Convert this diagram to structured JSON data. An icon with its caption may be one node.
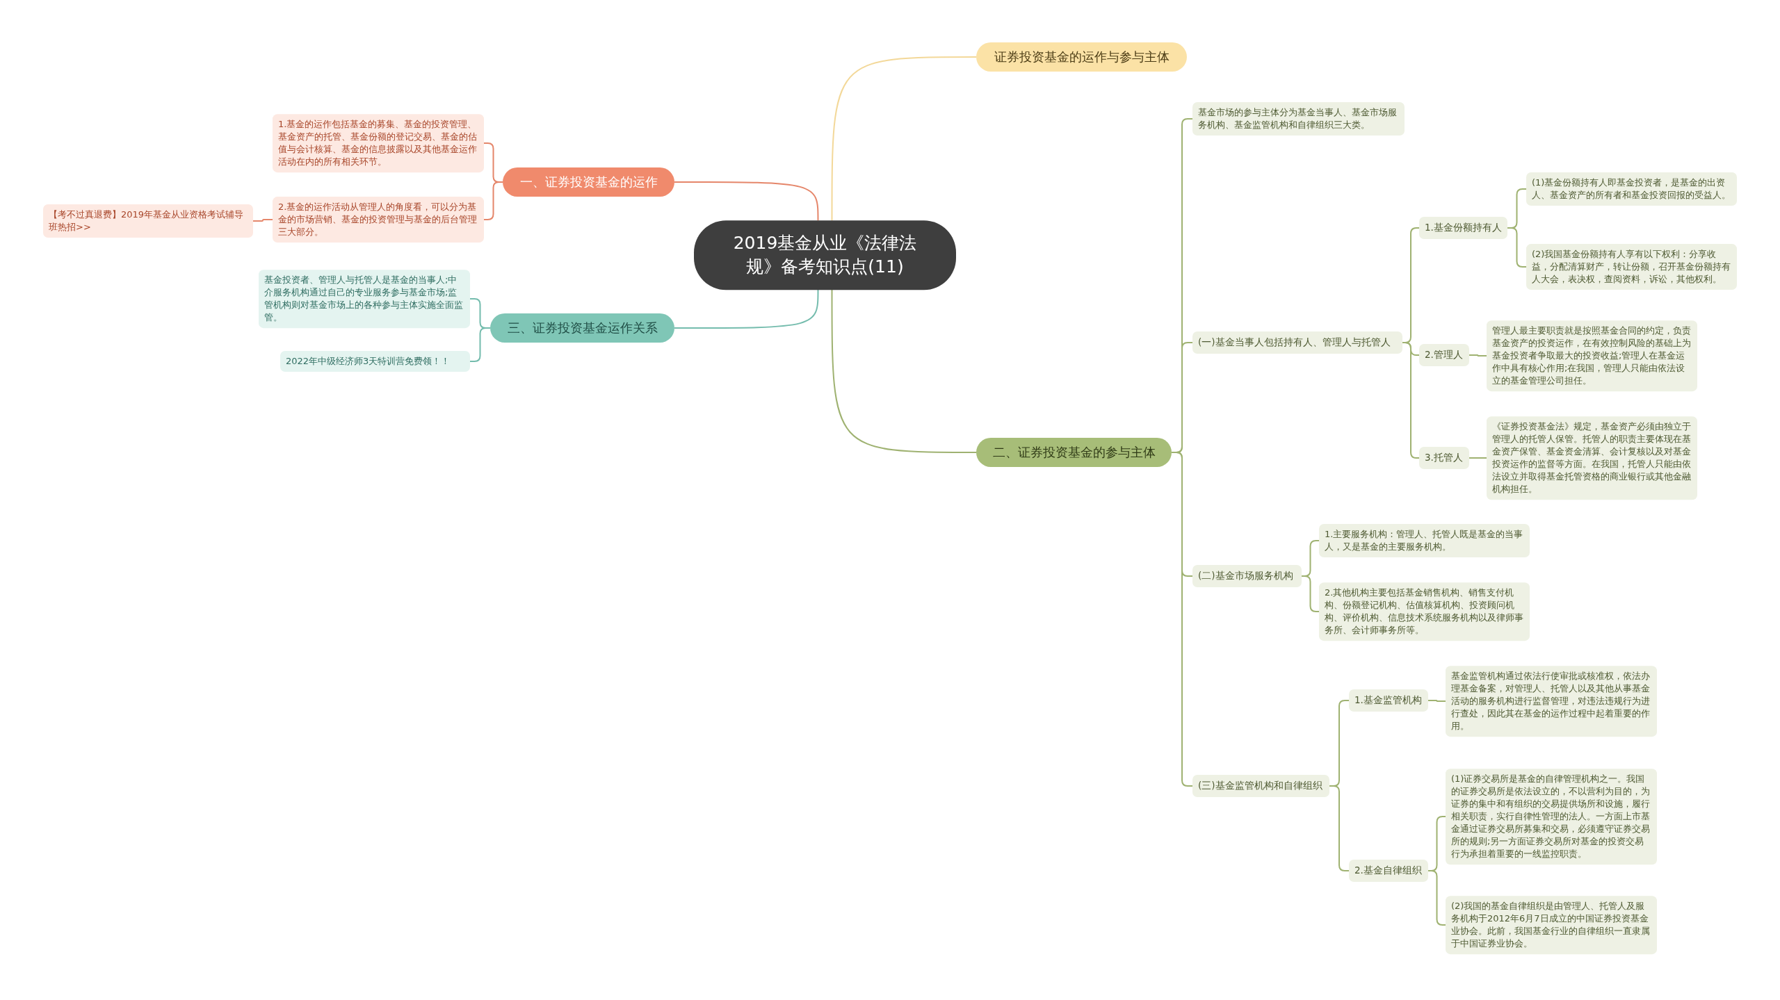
{
  "diagram": {
    "nodes": [
      {
        "text": [
          "2019基金从业《法律法规》备考知识点(11)"
        ]
      },
      {
        "text": [
          "证券投资基金的运作与参与主体"
        ]
      },
      {
        "text": [
          "一、证券投资基金的运作"
        ]
      },
      {
        "text": [
          "1.基金的运作包括基金的募集、基金的投资管理、基金资产的托管、基金份额的登记交易、基金的估值与会计核算、基金的信息披露以及其他基金运作活动在内的所有相关环节。"
        ]
      },
      {
        "text": [
          "2.基金的运作活动从管理人的角度看，可以分为基金的市场营销、基金的投资管理与基金的后台管理三大部分。"
        ]
      },
      {
        "text": [
          "【考不过真退费】2019年基金从业资格考试辅导班热招>>"
        ]
      },
      {
        "text": [
          "三、证券投资基金运作关系"
        ]
      },
      {
        "text": [
          "基金投资者、管理人与托管人是基金的当事人;中介服务机构通过自己的专业服务参与基金市场;监管机构则对基金市场上的各种参与主体实施全面监管。"
        ]
      },
      {
        "text": [
          "2022年中级经济师3天特训营免费领！！"
        ]
      },
      {
        "text": [
          "二、证券投资基金的参与主体"
        ]
      },
      {
        "text": [
          "基金市场的参与主体分为基金当事人、基金市场服务机构、基金监管机构和自律组织三大类。"
        ]
      },
      {
        "text": [
          "(一)基金当事人包括持有人、管理人与托管人"
        ]
      },
      {
        "text": [
          "1.基金份额持有人"
        ]
      },
      {
        "text": [
          "(1)基金份额持有人即基金投资者，是基金的出资人、基金资产的所有者和基金投资回报的受益人。"
        ]
      },
      {
        "text": [
          "(2)我国基金份额持有人享有以下权利：分享收益，分配清算财产，转让份额，召开基金份额持有人大会，表决权，查阅资料，诉讼，其他权利。"
        ]
      },
      {
        "text": [
          "2.管理人"
        ]
      },
      {
        "text": [
          "管理人最主要职责就是按照基金合同的约定，负责基金资产的投资运作，在有效控制风险的基础上为基金投资者争取最大的投资收益;管理人在基金运作中具有核心作用;在我国，管理人只能由依法设立的基金管理公司担任。"
        ]
      },
      {
        "text": [
          "3.托管人"
        ]
      },
      {
        "text": [
          "《证券投资基金法》规定，基金资产必须由独立于管理人的托管人保管。托管人的职责主要体现在基金资产保管、基金资金清算、会计复核以及对基金投资运作的监督等方面。在我国，托管人只能由依法设立并取得基金托管资格的商业银行或其他金融机构担任。"
        ]
      },
      {
        "text": [
          "(二)基金市场服务机构"
        ]
      },
      {
        "text": [
          "1.主要服务机构：管理人、托管人既是基金的当事人，又是基金的主要服务机构。"
        ]
      },
      {
        "text": [
          "2.其他机构主要包括基金销售机构、销售支付机构、份额登记机构、估值核算机构、投资顾问机构、评价机构、信息技术系统服务机构以及律师事务所、会计师事务所等。"
        ]
      },
      {
        "text": [
          "(三)基金监管机构和自律组织"
        ]
      },
      {
        "text": [
          "1.基金监管机构"
        ]
      },
      {
        "text": [
          "基金监管机构通过依法行使审批或核准权，依法办理基金备案，对管理人、托管人以及其他从事基金活动的服务机构进行监督管理，对违法违规行为进行查处，因此其在基金的运作过程中起着重要的作用。"
        ]
      },
      {
        "text": [
          "2.基金自律组织"
        ]
      },
      {
        "text": [
          "(1)证券交易所是基金的自律管理机构之一。我国的证券交易所是依法设立的，不以营利为目的，为证券的集中和有组织的交易提供场所和设施，履行相关职责，实行自律性管理的法人。一方面上市基金通过证券交易所募集和交易，必须遵守证券交易所的规则;另一方面证券交易所对基金的投资交易行为承担着重要的一线监控职责。"
        ]
      },
      {
        "text": [
          "(2)我国的基金自律组织是由管理人、托管人及服务机构于2012年6月7日成立的中国证券投资基金业协会。此前，我国基金行业的自律组织一直隶属于中国证券业协会。"
        ]
      }
    ],
    "edges": [
      {
        "from": 0,
        "to": 1,
        "arrow": "none",
        "color": "#f3d899"
      },
      {
        "from": 0,
        "to": 2,
        "arrow": "none",
        "color": "#e5866a"
      },
      {
        "from": 2,
        "to": 3,
        "arrow": "none",
        "color": "#e5866a"
      },
      {
        "from": 2,
        "to": 4,
        "arrow": "none",
        "color": "#e5866a"
      },
      {
        "from": 4,
        "to": 5,
        "arrow": "none",
        "color": "#e5866a"
      },
      {
        "from": 0,
        "to": 6,
        "arrow": "none",
        "color": "#74bcad"
      },
      {
        "from": 6,
        "to": 7,
        "arrow": "none",
        "color": "#74bcad"
      },
      {
        "from": 6,
        "to": 8,
        "arrow": "none",
        "color": "#74bcad"
      },
      {
        "from": 0,
        "to": 9,
        "arrow": "none"
      },
      {
        "from": 9,
        "to": 10,
        "arrow": "none"
      },
      {
        "from": 9,
        "to": 11,
        "arrow": "none"
      },
      {
        "from": 11,
        "to": 12,
        "arrow": "none"
      },
      {
        "from": 12,
        "to": 13,
        "arrow": "none"
      },
      {
        "from": 12,
        "to": 14,
        "arrow": "none"
      },
      {
        "from": 11,
        "to": 15,
        "arrow": "none"
      },
      {
        "from": 15,
        "to": 16,
        "arrow": "none"
      },
      {
        "from": 11,
        "to": 17,
        "arrow": "none"
      },
      {
        "from": 17,
        "to": 18,
        "arrow": "none"
      },
      {
        "from": 9,
        "to": 19,
        "arrow": "none"
      },
      {
        "from": 19,
        "to": 20,
        "arrow": "none"
      },
      {
        "from": 19,
        "to": 21,
        "arrow": "none"
      },
      {
        "from": 9,
        "to": 22,
        "arrow": "none"
      },
      {
        "from": 22,
        "to": 23,
        "arrow": "none"
      },
      {
        "from": 23,
        "to": 24,
        "arrow": "none"
      },
      {
        "from": 22,
        "to": 25,
        "arrow": "none"
      },
      {
        "from": 25,
        "to": 26,
        "arrow": "none"
      },
      {
        "from": 25,
        "to": 27,
        "arrow": "none"
      }
    ]
  }
}
